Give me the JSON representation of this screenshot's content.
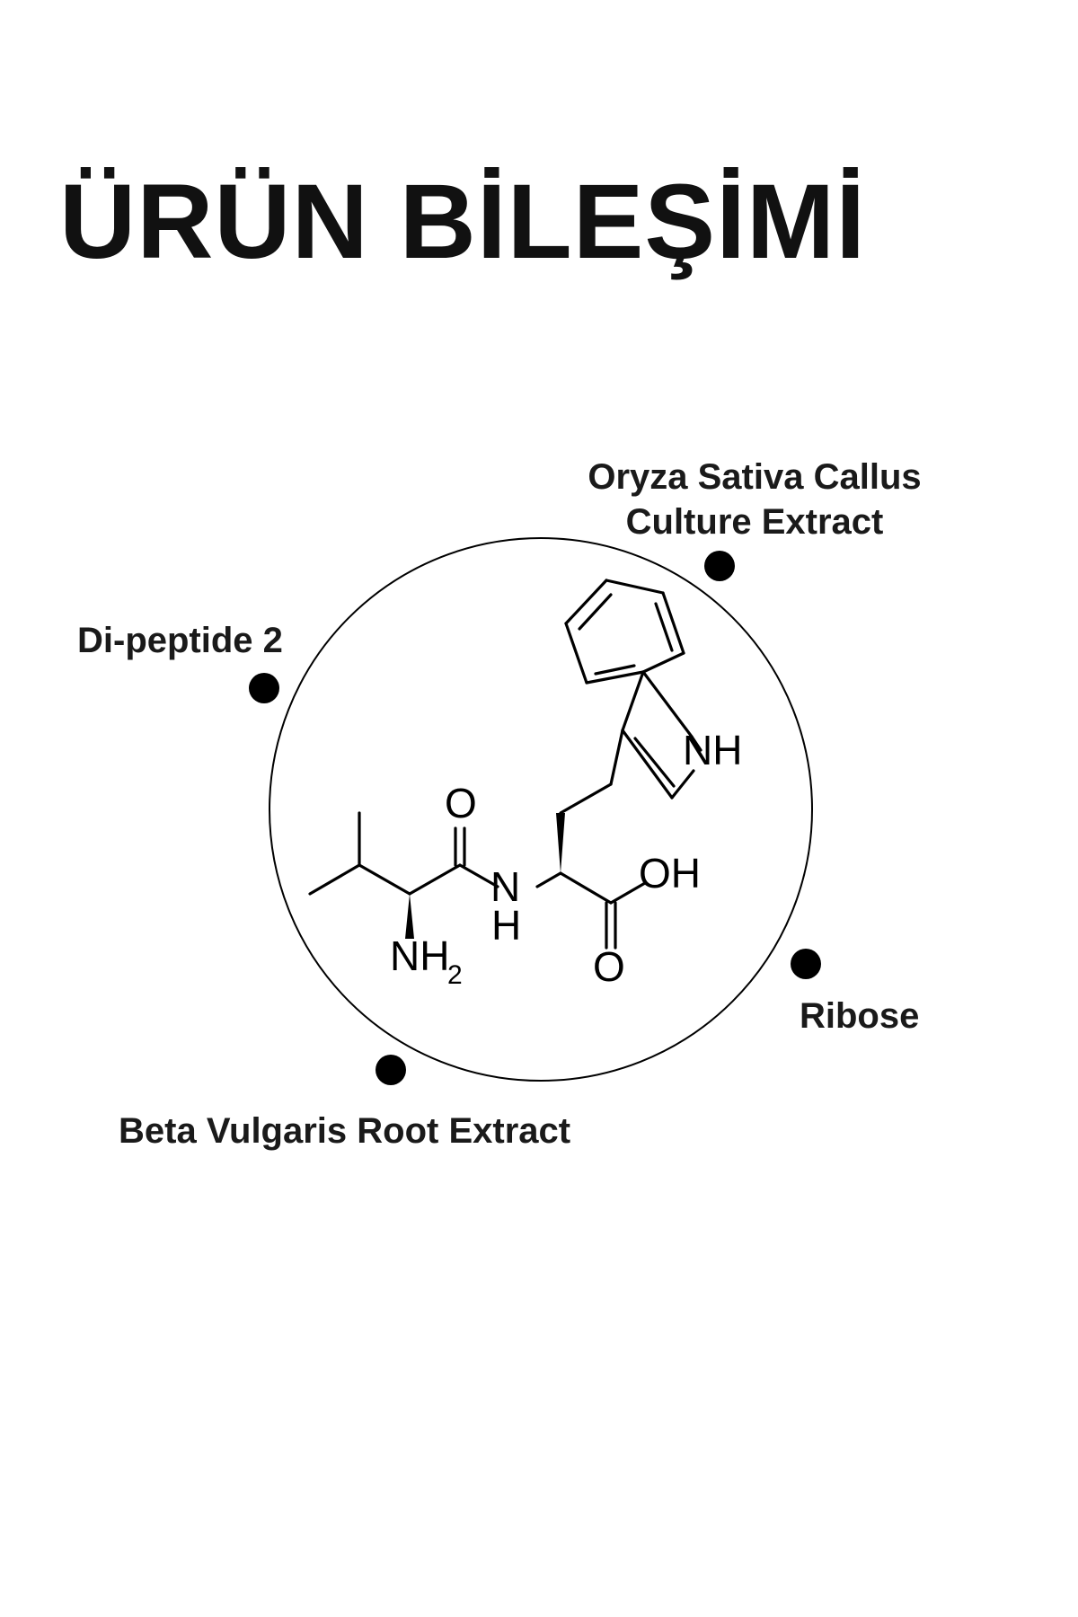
{
  "title": "ÜRÜN BİLEŞİMİ",
  "ingredients": {
    "oryza": {
      "line1": "Oryza Sativa Callus",
      "line2": "Culture Extract"
    },
    "dipeptide": "Di-peptide 2",
    "ribose": "Ribose",
    "beta": "Beta Vulgaris Root Extract"
  },
  "molecule": {
    "atoms": {
      "o_amide": "O",
      "n_amide": "N",
      "h_amide": "H",
      "nh2": "NH",
      "nh2_sub": "2",
      "oh": "OH",
      "o_acid": "O",
      "nh_ring": "NH"
    }
  },
  "colors": {
    "text": "#111111",
    "line": "#000000",
    "background": "#ffffff"
  }
}
